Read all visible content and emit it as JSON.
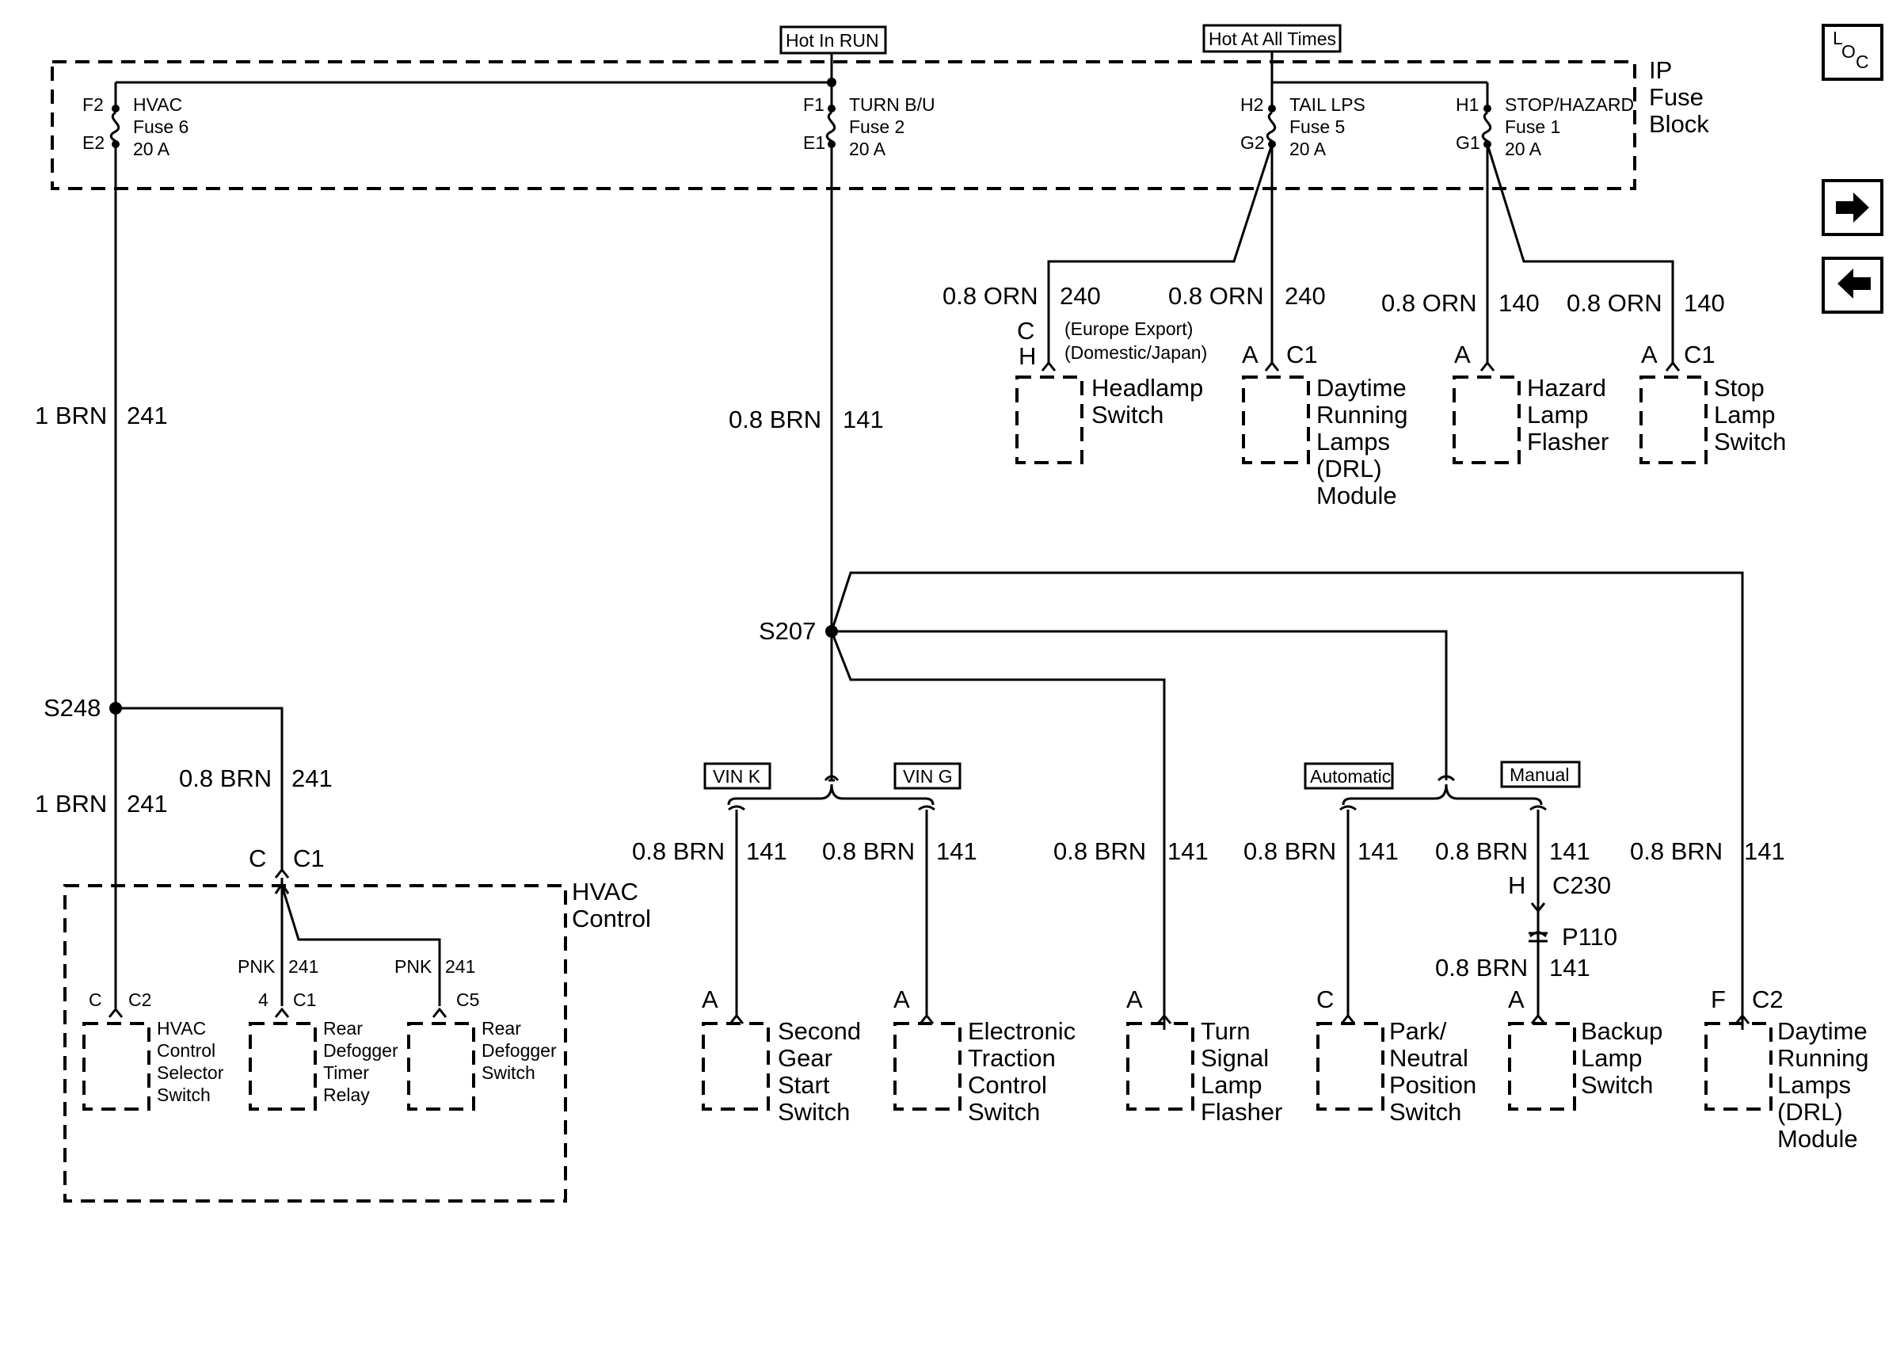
{
  "nav": {
    "loc_icon": "location-icon",
    "loc_l": "L",
    "loc_o": "O",
    "loc_c": "C",
    "next_icon": "arrow-right-icon",
    "prev_icon": "arrow-left-icon"
  },
  "supply": {
    "run": "Hot In RUN",
    "all": "Hot At All Times"
  },
  "fuse_block": {
    "name": [
      "IP",
      "Fuse",
      "Block"
    ],
    "fuses": [
      {
        "top": "F2",
        "bottom": "E2",
        "name": "HVAC",
        "fuse": "Fuse 6",
        "amps": "20 A"
      },
      {
        "top": "F1",
        "bottom": "E1",
        "name": "TURN B/U",
        "fuse": "Fuse 2",
        "amps": "20 A"
      },
      {
        "top": "H2",
        "bottom": "G2",
        "name": "TAIL LPS",
        "fuse": "Fuse 5",
        "amps": "20 A"
      },
      {
        "top": "H1",
        "bottom": "G1",
        "name": "STOP/HAZARD",
        "fuse": "Fuse 1",
        "amps": "20 A"
      }
    ]
  },
  "wires": {
    "brn241_main": {
      "gauge": "1 BRN",
      "circuit": "241"
    },
    "brn241_low": {
      "gauge": "1 BRN",
      "circuit": "241"
    },
    "brn241_branch": {
      "gauge": "0.8 BRN",
      "circuit": "241"
    },
    "brn141_main": {
      "gauge": "0.8 BRN",
      "circuit": "141"
    },
    "orn240_head": {
      "gauge": "0.8 ORN",
      "circuit": "240"
    },
    "orn240_drl": {
      "gauge": "0.8 ORN",
      "circuit": "240"
    },
    "orn140_hazard": {
      "gauge": "0.8 ORN",
      "circuit": "140"
    },
    "orn140_stop": {
      "gauge": "0.8 ORN",
      "circuit": "140"
    },
    "pnk1": {
      "gauge": "PNK",
      "circuit": "241"
    },
    "pnk2": {
      "gauge": "PNK",
      "circuit": "241"
    }
  },
  "splices": {
    "s248": "S248",
    "s207": "S207"
  },
  "options": {
    "vin_k": "VIN K",
    "vin_g": "VIN G",
    "automatic": "Automatic",
    "manual": "Manual"
  },
  "top_components": [
    {
      "pins": [
        "C",
        "H"
      ],
      "conn": "",
      "notes": [
        "(Europe Export)",
        "(Domestic/Japan)"
      ],
      "label": [
        "Headlamp",
        "Switch"
      ]
    },
    {
      "pins": [
        "A"
      ],
      "conn": "C1",
      "label": [
        "Daytime",
        "Running",
        "Lamps",
        "(DRL)",
        "Module"
      ]
    },
    {
      "pins": [
        "A"
      ],
      "conn": "",
      "label": [
        "Hazard",
        "Lamp",
        "Flasher"
      ]
    },
    {
      "pins": [
        "A"
      ],
      "conn": "C1",
      "label": [
        "Stop",
        "Lamp",
        "Switch"
      ]
    }
  ],
  "hvac": {
    "name": [
      "HVAC",
      "Control"
    ],
    "entry": {
      "pin": "C",
      "conn": "C1"
    },
    "components": [
      {
        "pin": "C",
        "conn": "C2",
        "label": [
          "HVAC",
          "Control",
          "Selector",
          "Switch"
        ]
      },
      {
        "pin": "4",
        "conn": "C1",
        "label": [
          "Rear",
          "Defogger",
          "Timer",
          "Relay"
        ]
      },
      {
        "pin": "",
        "conn": "C5",
        "label": [
          "Rear",
          "Defogger",
          "Switch"
        ]
      }
    ]
  },
  "bottom_components": [
    {
      "gauge": "0.8 BRN",
      "circuit": "141",
      "pin": "A",
      "conn": "",
      "label": [
        "Second",
        "Gear",
        "Start",
        "Switch"
      ]
    },
    {
      "gauge": "0.8 BRN",
      "circuit": "141",
      "pin": "A",
      "conn": "",
      "label": [
        "Electronic",
        "Traction",
        "Control",
        "Switch"
      ]
    },
    {
      "gauge": "0.8 BRN",
      "circuit": "141",
      "pin": "A",
      "conn": "",
      "label": [
        "Turn",
        "Signal",
        "Lamp",
        "Flasher"
      ]
    },
    {
      "gauge": "0.8 BRN",
      "circuit": "141",
      "pin": "C",
      "conn": "",
      "label": [
        "Park/",
        "Neutral",
        "Position",
        "Switch"
      ]
    },
    {
      "gauge": "0.8 BRN",
      "circuit": "141",
      "pin": "A",
      "conn": "",
      "label": [
        "Backup",
        "Lamp",
        "Switch"
      ]
    },
    {
      "gauge": "0.8 BRN",
      "circuit": "141",
      "pin": "F",
      "conn": "C2",
      "label": [
        "Daytime",
        "Running",
        "Lamps",
        "(DRL)",
        "Module"
      ]
    }
  ],
  "inline": {
    "c230_pin": "H",
    "c230": "C230",
    "p110": "P110",
    "after": {
      "gauge": "0.8 BRN",
      "circuit": "141"
    }
  }
}
